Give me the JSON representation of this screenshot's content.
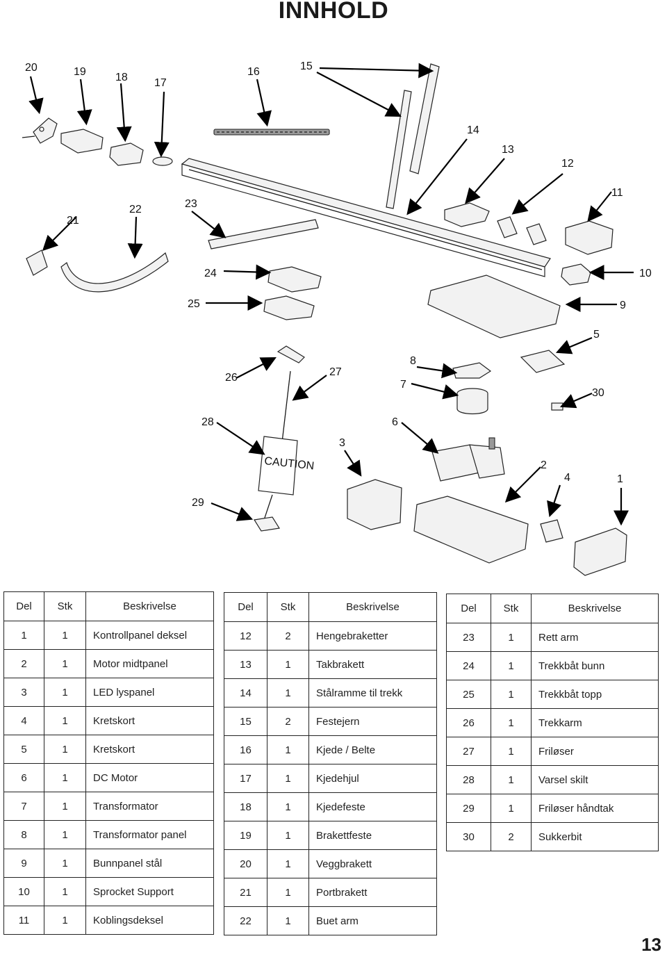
{
  "page": {
    "title": "INNHOLD",
    "page_number": "13"
  },
  "diagram": {
    "callouts": [
      "20",
      "19",
      "18",
      "17",
      "16",
      "15",
      "14",
      "13",
      "12",
      "11",
      "21",
      "22",
      "23",
      "24",
      "10",
      "25",
      "9",
      "5",
      "26",
      "27",
      "8",
      "7",
      "30",
      "28",
      "6",
      "3",
      "2",
      "4",
      "1",
      "29"
    ],
    "caution_text": "CAUTION"
  },
  "table_headers": {
    "del": "Del",
    "stk": "Stk",
    "desc": "Beskrivelse"
  },
  "tables": [
    {
      "rows": [
        {
          "del": "1",
          "stk": "1",
          "desc": "Kontrollpanel deksel"
        },
        {
          "del": "2",
          "stk": "1",
          "desc": "Motor midtpanel"
        },
        {
          "del": "3",
          "stk": "1",
          "desc": "LED lyspanel"
        },
        {
          "del": "4",
          "stk": "1",
          "desc": "Kretskort"
        },
        {
          "del": "5",
          "stk": "1",
          "desc": "Kretskort"
        },
        {
          "del": "6",
          "stk": "1",
          "desc": "DC Motor"
        },
        {
          "del": "7",
          "stk": "1",
          "desc": "Transformator"
        },
        {
          "del": "8",
          "stk": "1",
          "desc": "Transformator panel"
        },
        {
          "del": "9",
          "stk": "1",
          "desc": "Bunnpanel stål"
        },
        {
          "del": "10",
          "stk": "1",
          "desc": "Sprocket Support"
        },
        {
          "del": "11",
          "stk": "1",
          "desc": "Koblingsdeksel"
        }
      ]
    },
    {
      "rows": [
        {
          "del": "12",
          "stk": "2",
          "desc": "Hengebraketter"
        },
        {
          "del": "13",
          "stk": "1",
          "desc": "Takbrakett"
        },
        {
          "del": "14",
          "stk": "1",
          "desc": "Stålramme til trekk"
        },
        {
          "del": "15",
          "stk": "2",
          "desc": "Festejern"
        },
        {
          "del": "16",
          "stk": "1",
          "desc": "Kjede / Belte"
        },
        {
          "del": "17",
          "stk": "1",
          "desc": "Kjedehjul"
        },
        {
          "del": "18",
          "stk": "1",
          "desc": "Kjedefeste"
        },
        {
          "del": "19",
          "stk": "1",
          "desc": "Brakettfeste"
        },
        {
          "del": "20",
          "stk": "1",
          "desc": "Veggbrakett"
        },
        {
          "del": "21",
          "stk": "1",
          "desc": "Portbrakett"
        },
        {
          "del": "22",
          "stk": "1",
          "desc": "Buet arm"
        }
      ]
    },
    {
      "rows": [
        {
          "del": "23",
          "stk": "1",
          "desc": "Rett arm"
        },
        {
          "del": "24",
          "stk": "1",
          "desc": "Trekkbåt bunn"
        },
        {
          "del": "25",
          "stk": "1",
          "desc": "Trekkbåt topp"
        },
        {
          "del": "26",
          "stk": "1",
          "desc": "Trekkarm"
        },
        {
          "del": "27",
          "stk": "1",
          "desc": "Friløser"
        },
        {
          "del": "28",
          "stk": "1",
          "desc": "Varsel skilt"
        },
        {
          "del": "29",
          "stk": "1",
          "desc": "Friløser håndtak"
        },
        {
          "del": "30",
          "stk": "2",
          "desc": "Sukkerbit"
        }
      ]
    }
  ]
}
